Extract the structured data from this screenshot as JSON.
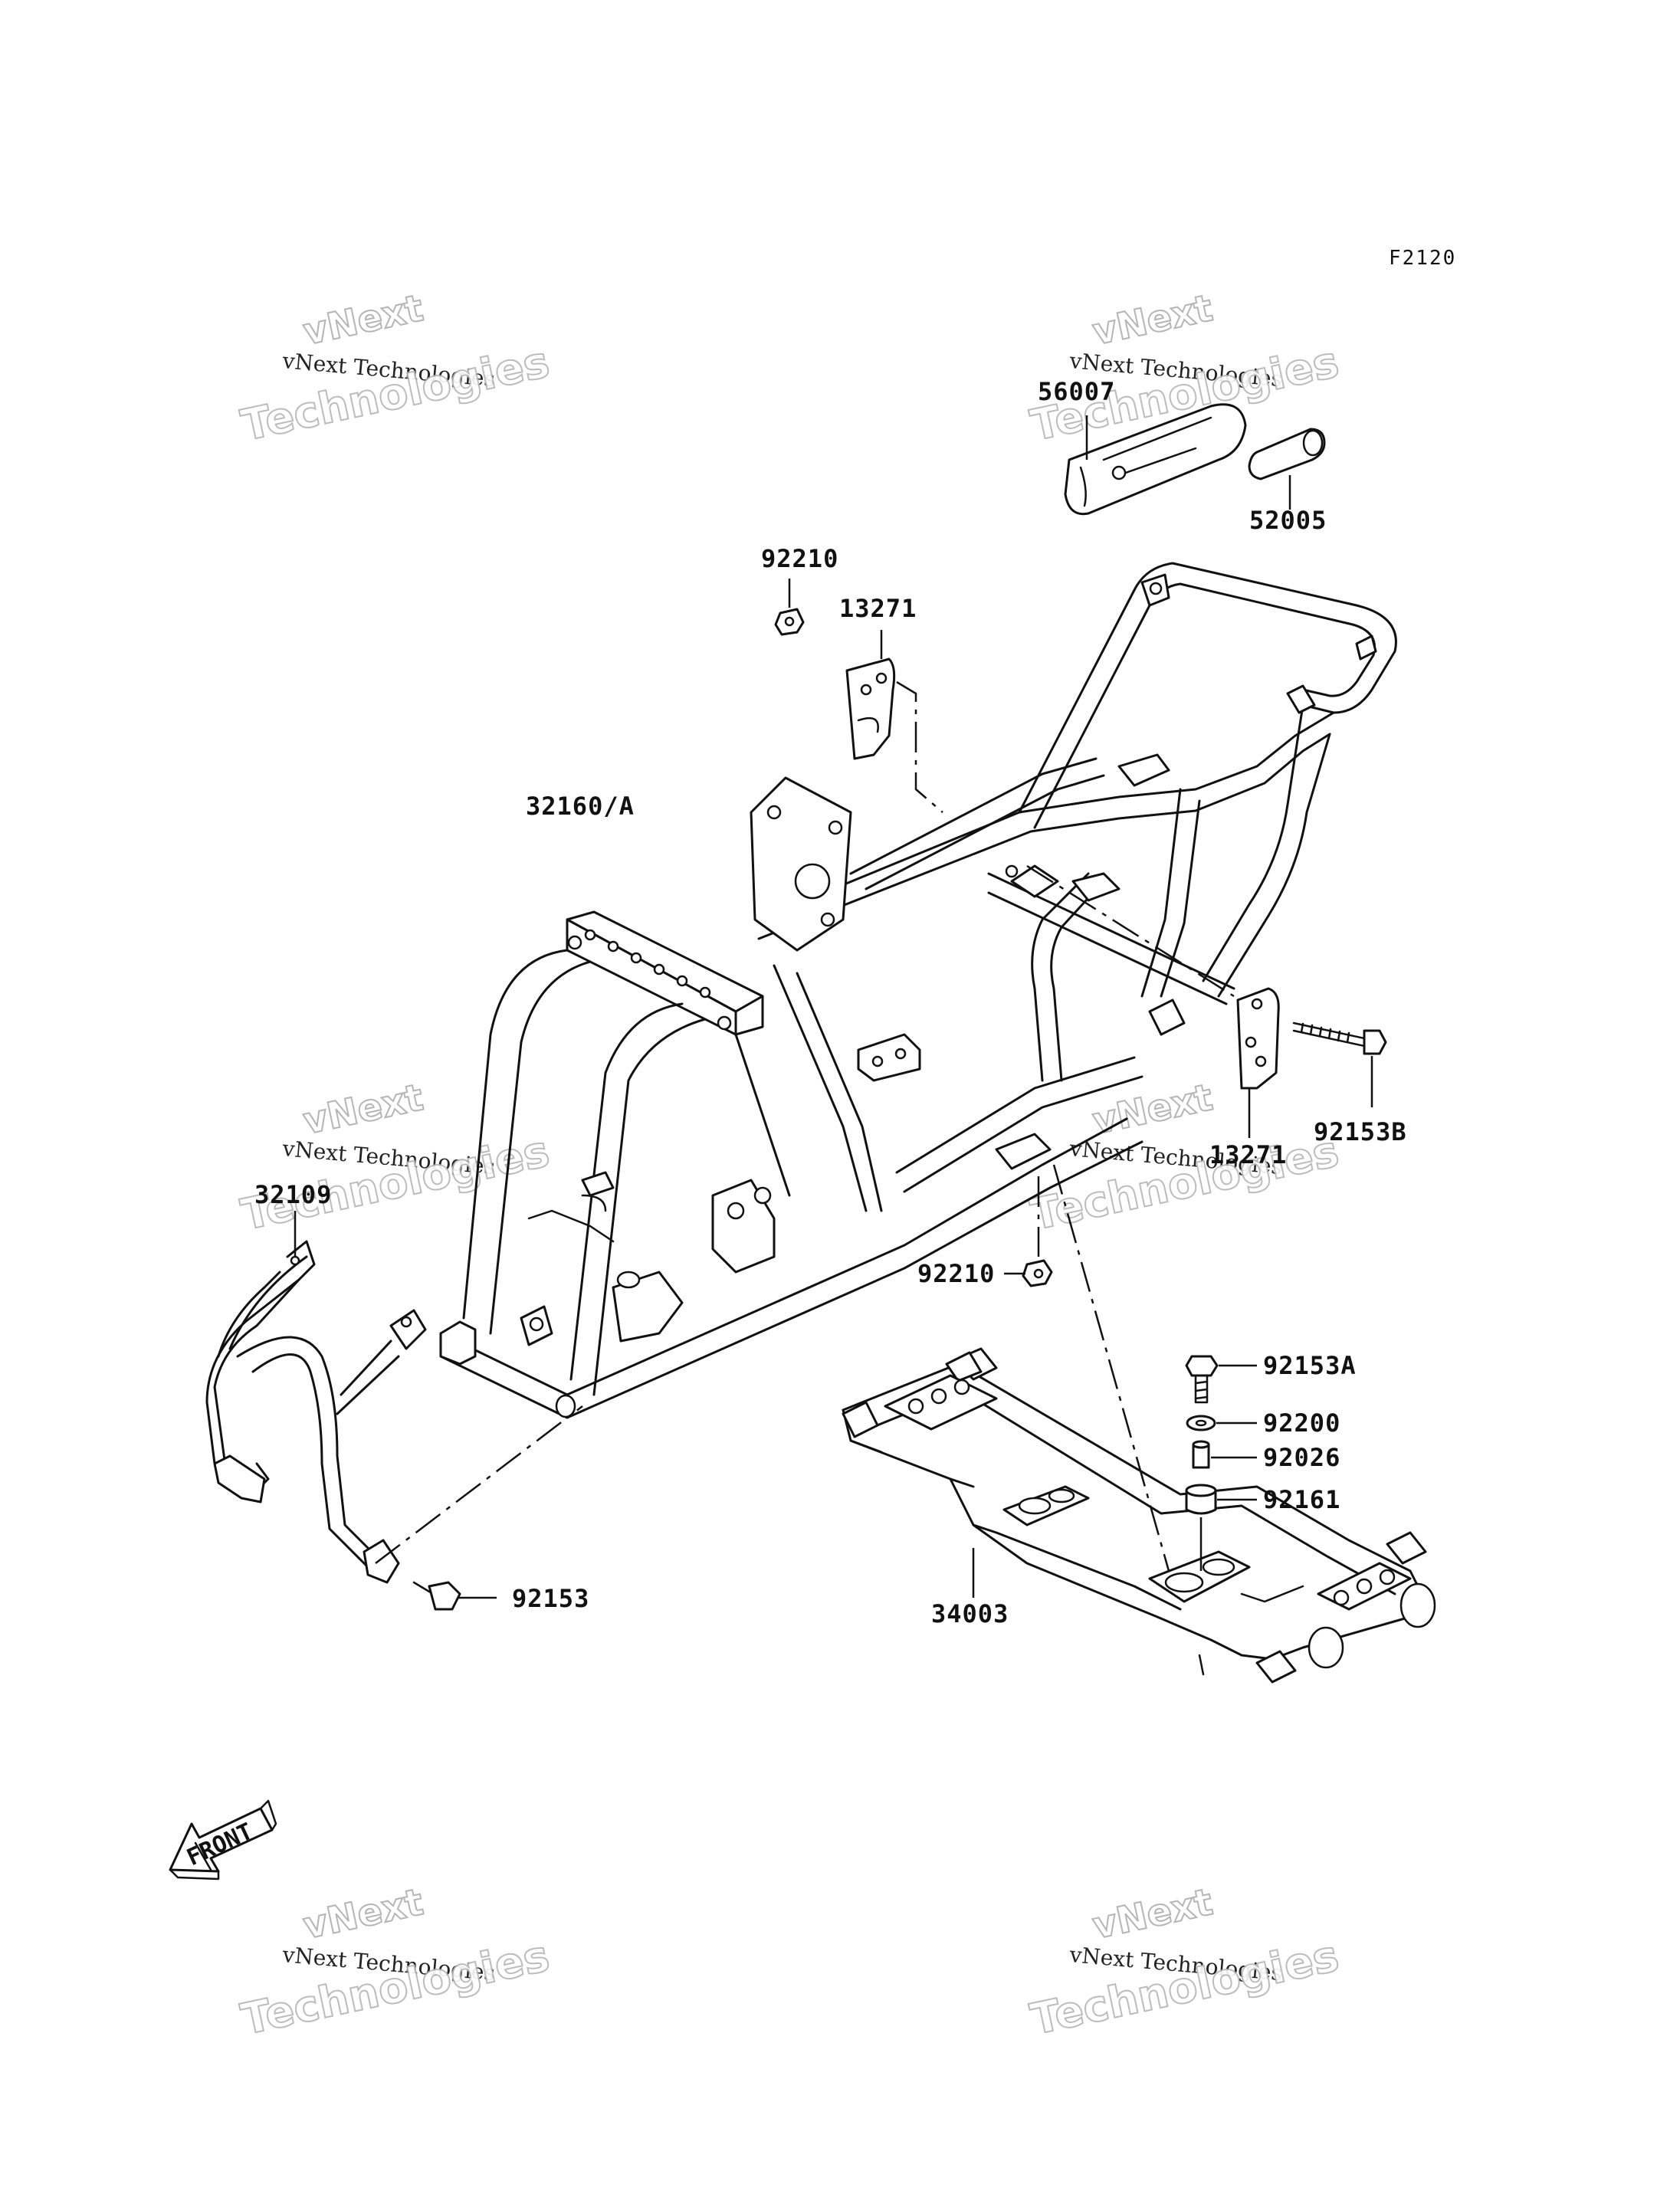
{
  "diagram_code": "F2120",
  "watermark": {
    "line1": "vNext",
    "line2": "vNext Technologies",
    "line3": "Technologies"
  },
  "parts": [
    {
      "id": "p-56007",
      "number": "56007"
    },
    {
      "id": "p-52005",
      "number": "52005"
    },
    {
      "id": "p-92210-top",
      "number": "92210"
    },
    {
      "id": "p-13271-top",
      "number": "13271"
    },
    {
      "id": "p-32160A",
      "number": "32160/A"
    },
    {
      "id": "p-92153B",
      "number": "92153B"
    },
    {
      "id": "p-13271-right",
      "number": "13271"
    },
    {
      "id": "p-32109",
      "number": "32109"
    },
    {
      "id": "p-92210-mid",
      "number": "92210"
    },
    {
      "id": "p-92153A",
      "number": "92153A"
    },
    {
      "id": "p-92200",
      "number": "92200"
    },
    {
      "id": "p-92026",
      "number": "92026"
    },
    {
      "id": "p-92161",
      "number": "92161"
    },
    {
      "id": "p-34003",
      "number": "34003"
    },
    {
      "id": "p-92153",
      "number": "92153"
    }
  ],
  "front_arrow": {
    "label": "FRONT"
  }
}
